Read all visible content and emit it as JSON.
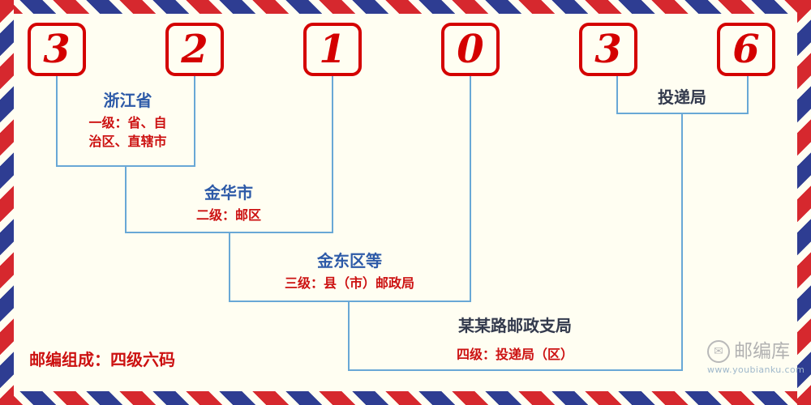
{
  "postal_code_digits": [
    "3",
    "2",
    "1",
    "0",
    "3",
    "6"
  ],
  "levels": [
    {
      "title": "浙江省",
      "desc": "一级：省、自治区、直辖市"
    },
    {
      "title": "金华市",
      "desc": "二级：邮区"
    },
    {
      "title": "金东区等",
      "desc": "三级：县（市）邮政局"
    },
    {
      "title": "某某路邮政支局",
      "desc": "四级：投递局（区）"
    },
    {
      "title": "投递局",
      "desc": ""
    }
  ],
  "footer": {
    "composition_label": "邮编组成：四级六码"
  },
  "logo": {
    "site_name": "邮编库",
    "site_url": "www.youbianku.com",
    "icon": "envelope-icon"
  },
  "colors": {
    "digit_red": "#d40000",
    "label_blue": "#2d5aa8",
    "label_dark": "#333a4d",
    "desc_red": "#cc1111",
    "line_blue": "#69a8d6",
    "stripe_red": "#d6282e",
    "stripe_blue": "#2e3d92",
    "background": "#fffef2"
  }
}
